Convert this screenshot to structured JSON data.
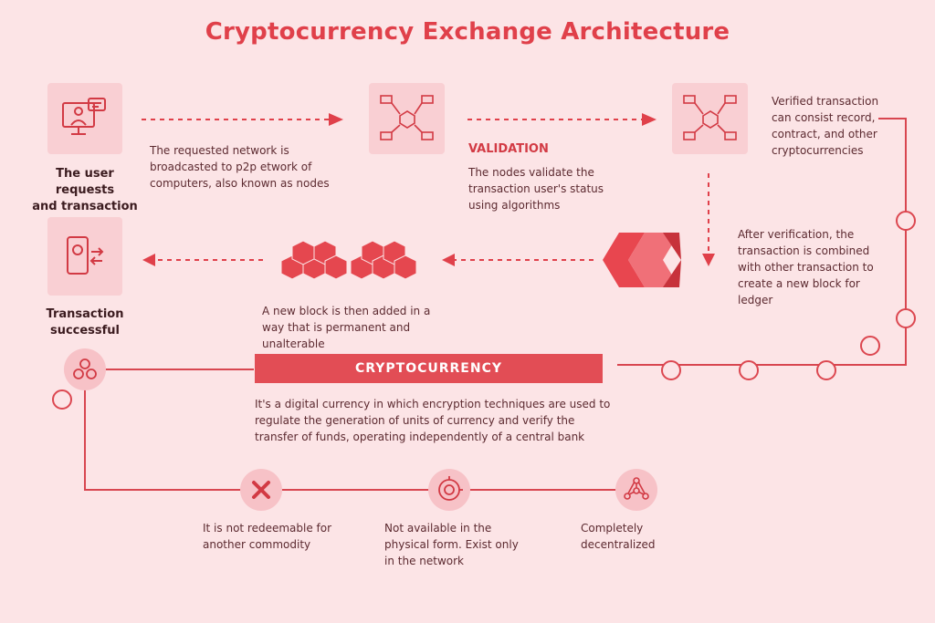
{
  "title": "Cryptocurrency Exchange Architecture",
  "steps": {
    "user_request": "The user requests\nand transaction",
    "broadcast": "The requested network is broadcasted to p2p etwork of computers, also known as nodes",
    "validation_heading": "VALIDATION",
    "validation_text": "The nodes validate the transaction user's status using algorithms",
    "verified": "Verified transaction can consist record, contract, and other cryptocurrencies",
    "after_verification": "After verification, the transaction is combined with other transaction to create a new block for ledger",
    "new_block": "A new block is then added in a way that is permanent and unalterable",
    "success": "Transaction\nsuccessful"
  },
  "crypto": {
    "banner": "CRYPTOCURRENCY",
    "description": "It's a digital currency in which encryption techniques are used to regulate the generation of units of currency and verify the transfer of funds, operating independently of a central bank"
  },
  "features": [
    "It is not redeemable for another commodity",
    "Not available in the physical form. Exist only in the network",
    "Completely decentralized"
  ],
  "colors": {
    "accent": "#e0404a",
    "background": "#fce4e6",
    "tile": "#f9cfd3"
  },
  "icons": [
    "user-computer-icon",
    "network-nodes-icon",
    "mobile-payment-icon",
    "coins-icon",
    "cross-icon",
    "circuit-icon",
    "decentralized-icon",
    "double-chevron-icon",
    "blocks-icon"
  ]
}
